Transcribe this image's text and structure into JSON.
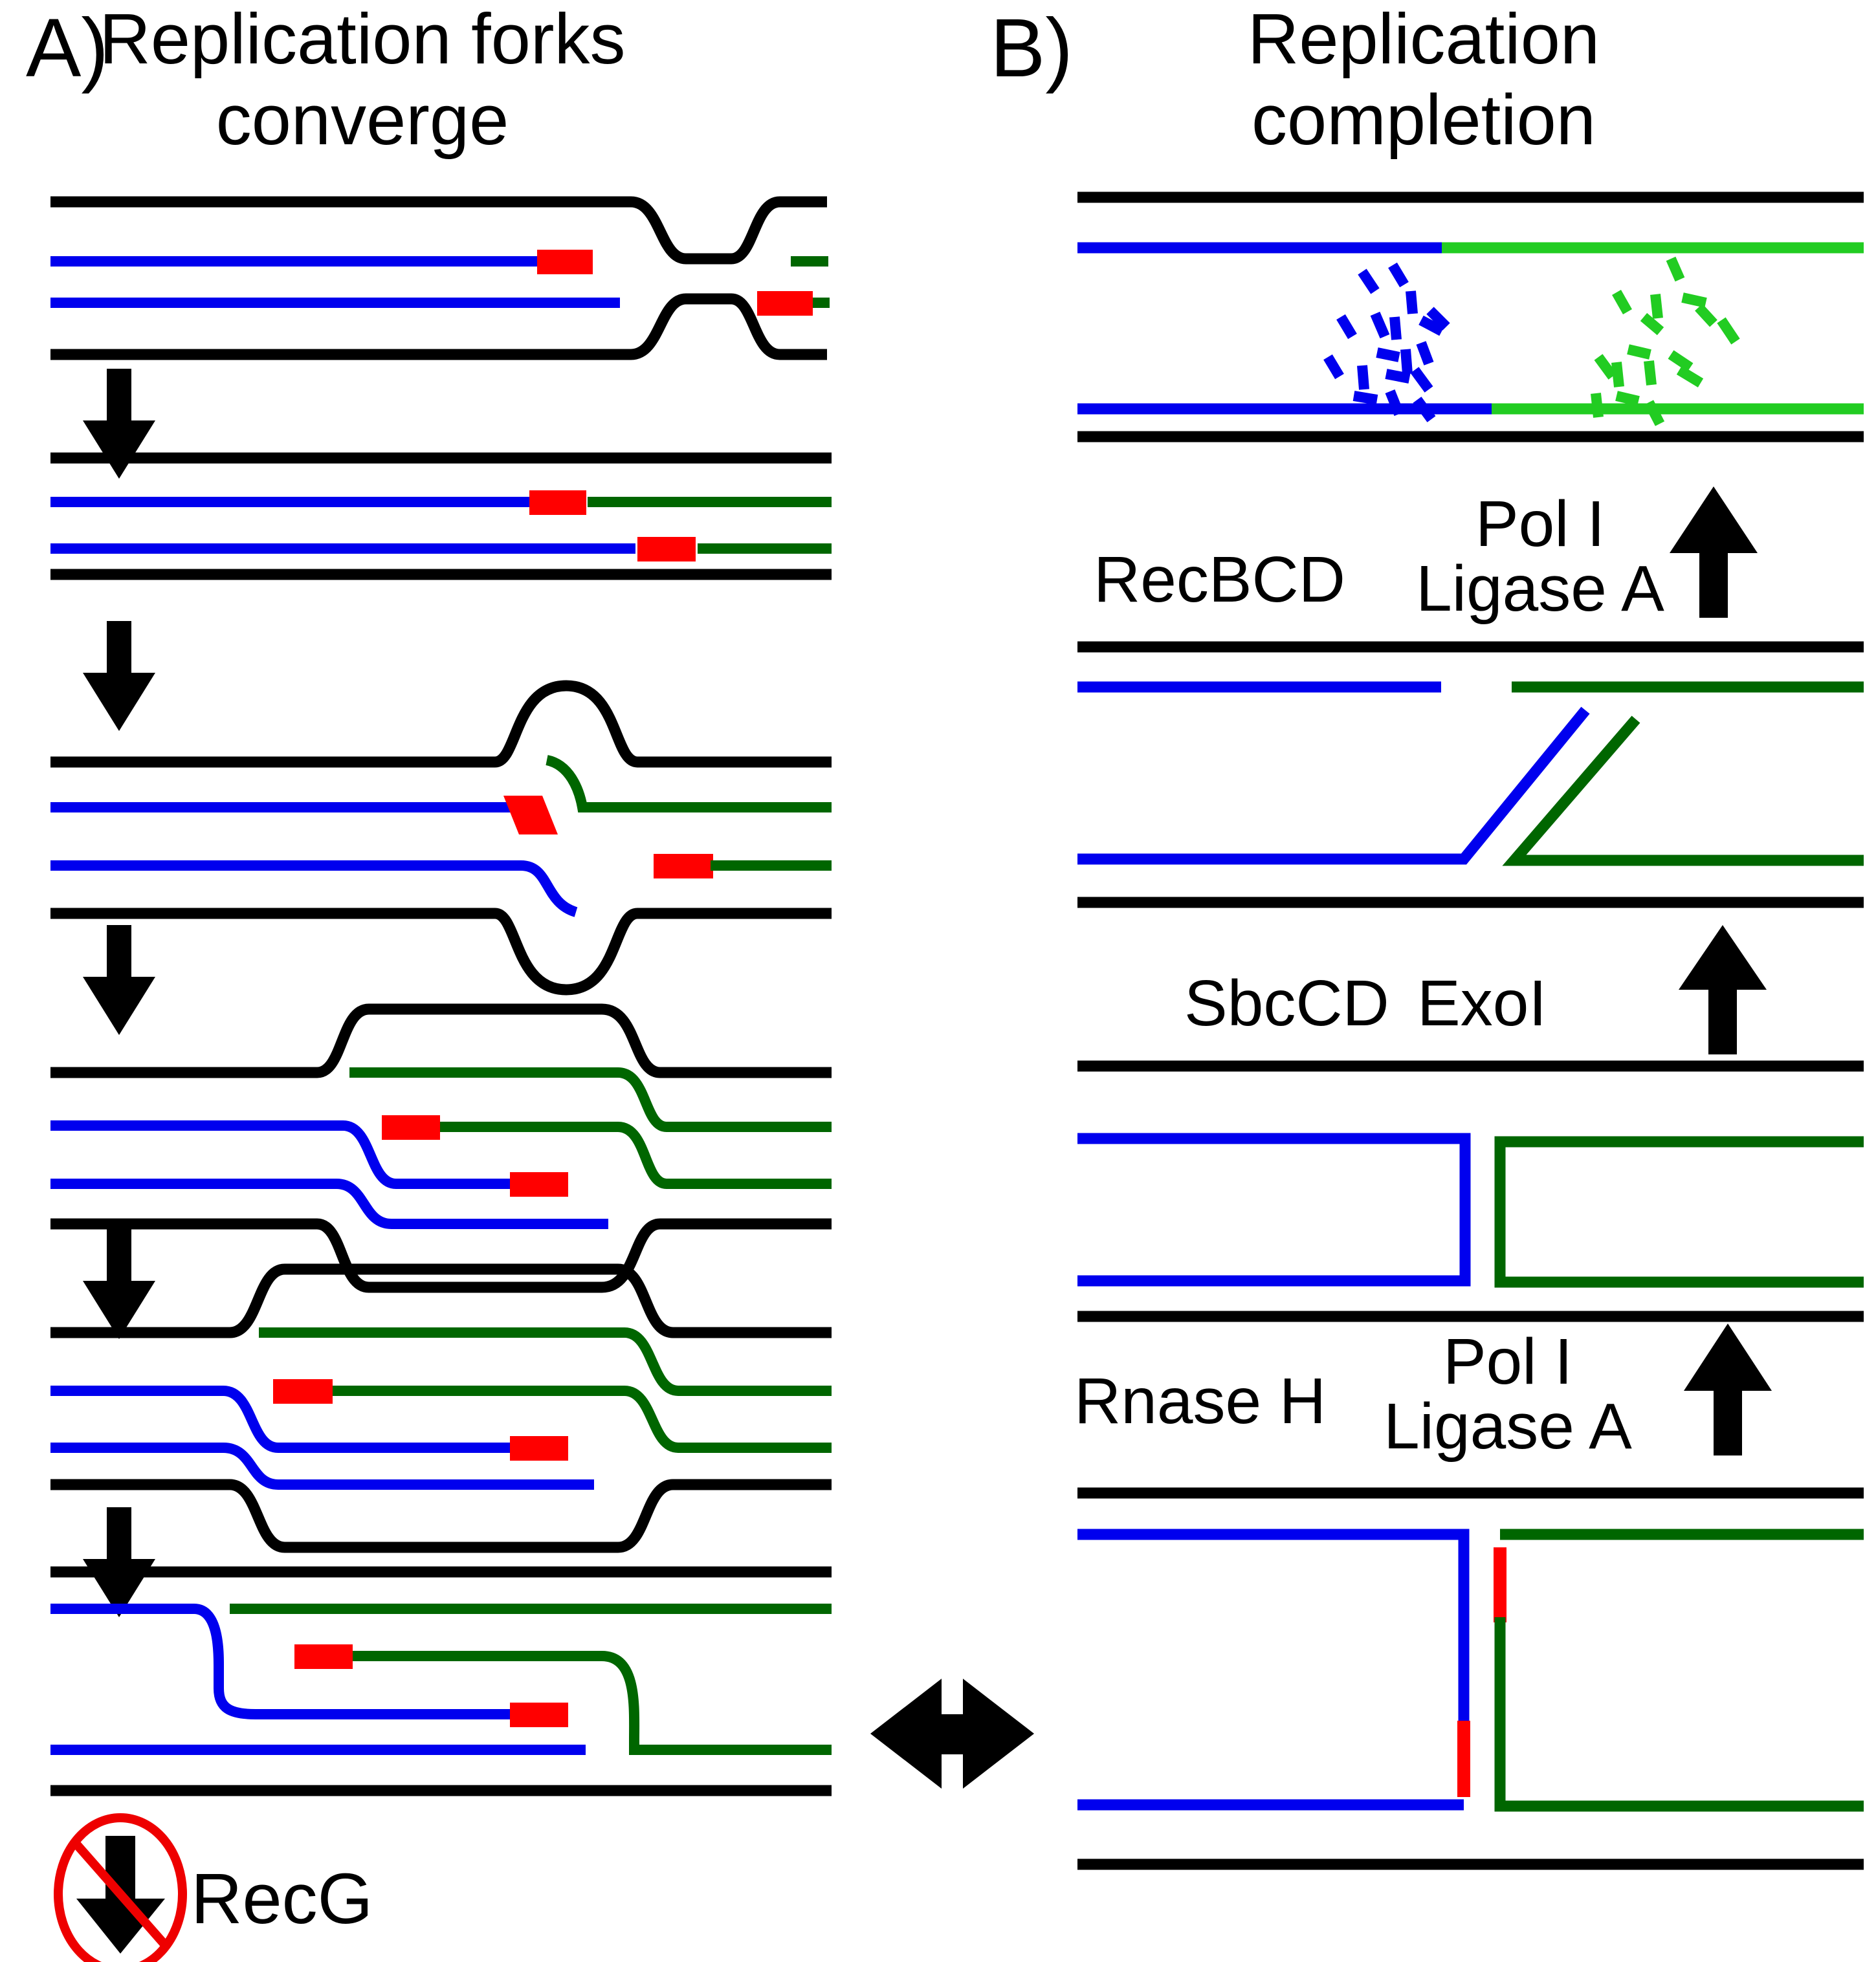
{
  "figure": {
    "background": "#ffffff",
    "colors": {
      "black": "#000000",
      "blue": "#0000ee",
      "green_dark": "#008000",
      "green_bright": "#22cc22",
      "red": "#ff0000"
    }
  },
  "panelA": {
    "letter": "A)",
    "title_line1": "Replication forks",
    "title_line2": "converge",
    "blocked_step": {
      "icon": "no-entry-down-arrow-icon",
      "label": "RecG"
    },
    "steps": [
      "converging forks with single-strand gaps",
      "forks meet, nascent strands abut",
      "strand displacement forms small bubble",
      "over-replication forms large loop",
      "loop extends further",
      "resolved over-replicated duplex"
    ]
  },
  "panelB": {
    "letter": "B)",
    "title_line1": "Replication",
    "title_line2": "completion",
    "transitions": [
      {
        "name": "recbcd-poli-ligasea",
        "labels": [
          "RecBCD",
          "Pol I",
          "Ligase A"
        ],
        "arrow": "up-arrow-icon"
      },
      {
        "name": "sbccd-exoi",
        "labels": [
          "SbcCD",
          "ExoI"
        ],
        "arrow": "up-arrow-icon"
      },
      {
        "name": "rnaseh-poli-ligasea",
        "labels": [
          "Rnase H",
          "Pol I",
          "Ligase A"
        ],
        "arrow": "up-arrow-icon"
      }
    ],
    "steps": [
      "completed duplex with degraded fragments",
      "resected ends with free 3' tails",
      "blunt opposed ends",
      "nicked ends sealed with RNA primers"
    ]
  },
  "equivalence": {
    "icon": "double-headed-horizontal-arrow-icon",
    "meaning": "equivalent structures"
  }
}
